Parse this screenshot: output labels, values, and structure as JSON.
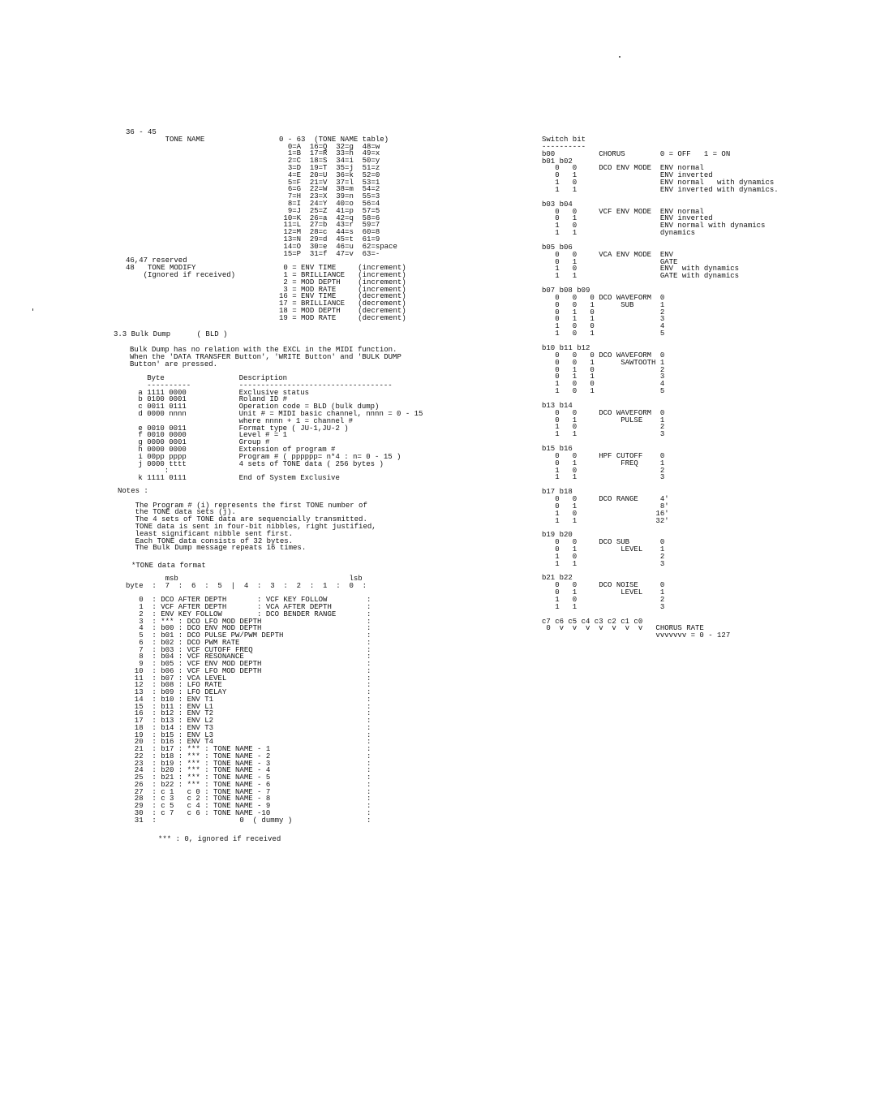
{
  "tone_name_section": [
    "36 - 45",
    "         TONE NAME                 0 - 63  (TONE NAME table)",
    "                                     0=A  16=Q  32=g  48=w",
    "                                     1=B  17=R  33=h  49=x",
    "                                     2=C  18=S  34=i  50=y",
    "                                     3=D  19=T  35=j  51=z",
    "                                     4=E  20=U  36=k  52=0",
    "                                     5=F  21=V  37=l  53=1",
    "                                     6=G  22=W  38=m  54=2",
    "                                     7=H  23=X  39=n  55=3",
    "                                     8=I  24=Y  40=o  56=4",
    "                                     9=J  25=Z  41=p  57=5",
    "                                    10=K  26=a  42=q  58=6",
    "                                    11=L  27=b  43=r  59=7",
    "                                    12=M  28=c  44=s  60=8",
    "                                    13=N  29=d  45=t  61=9",
    "                                    14=O  30=e  46=u  62=space",
    "                                    15=P  31=f  47=v  63=-",
    "46,47 reserved",
    "48   TONE MODIFY                    0 = ENV TIME     (increment)",
    "    (Ignored if received)           1 = BRILLIANCE   (increment)",
    "                                    2 = MOD DEPTH    (increment)",
    "                                    3 = MOD RATE     (increment)",
    "                                   16 = ENV TIME     (decrement)",
    "                                   17 = BRILLIANCE   (decrement)",
    "                                   18 = MOD DEPTH    (decrement)",
    "                                   19 = MOD RATE     (decrement)"
  ],
  "bulk_dump": {
    "title": [
      "3.3 Bulk Dump      ( BLD )"
    ],
    "paragraph": [
      "Bulk Dump has no relation with the EXCL in the MIDI function.",
      "When the 'DATA TRANSFER Button', 'WRITE Button' and 'BULK DUMP",
      "Button' are pressed."
    ],
    "table": [
      "   Byte                 Description",
      "   ----------           -----------------------------------",
      " a 1111 0000            Exclusive status",
      " b 0100 0001            Roland ID #",
      " c 0011 0111            Operation code = BLD (bulk dump)",
      " d 0000 nnnn            Unit # = MIDI basic channel, nnnn = 0 - 15",
      "                        where nnnn + 1 = channel #",
      " e 0010 0011            Format type ( JU-1,JU-2 )",
      " f 0010 0000            Level # = 1",
      " g 0000 0001            Group #",
      " h 0000 0000            Extension of program #",
      " i 00pp pppp            Program # ( pppppp= n*4 : n= 0 - 15 )",
      " j 0000 tttt            4 sets of TONE data ( 256 bytes )",
      "       :",
      " k 1111 0111            End of System Exclusive"
    ],
    "notes": [
      "Notes :",
      "",
      "    The Program # (i) represents the first TONE number of",
      "    the TONE data sets (j).",
      "    The 4 sets of TONE data are sequencially transmitted.",
      "    TONE data is sent in four-bit nibbles, right justified,",
      "    least significant nibble sent first.",
      "    Each TONE data consists of 32 bytes.",
      "    The Bulk Dump message repeats 16 times."
    ]
  },
  "tone_data_format": {
    "title": [
      "*TONE data format"
    ],
    "table": [
      "         msb                                       lsb",
      "byte  :  7  :  6  :  5  |  4  :  3  :  2  :  1  :  0  :",
      "",
      "   0  : DCO AFTER DEPTH       : VCF KEY FOLLOW         :",
      "   1  : VCF AFTER DEPTH       : VCA AFTER DEPTH        :",
      "   2  : ENV KEY FOLLOW        : DCO BENDER RANGE       :",
      "   3  : *** : DCO LFO MOD DEPTH                        :",
      "   4  : b00 : DCO ENV MOD DEPTH                        :",
      "   5  : b01 : DCO PULSE PW/PWM DEPTH                   :",
      "   6  : b02 : DCO PWM RATE                             :",
      "   7  : b03 : VCF CUTOFF FREQ                          :",
      "   8  : b04 : VCF RESONANCE                            :",
      "   9  : b05 : VCF ENV MOD DEPTH                        :",
      "  10  : b06 : VCF LFO MOD DEPTH                        :",
      "  11  : b07 : VCA LEVEL                                :",
      "  12  : b08 : LFO RATE                                 :",
      "  13  : b09 : LFO DELAY                                :",
      "  14  : b10 : ENV T1                                   :",
      "  15  : b11 : ENV L1                                   :",
      "  16  : b12 : ENV T2                                   :",
      "  17  : b13 : ENV L2                                   :",
      "  18  : b14 : ENV T3                                   :",
      "  19  : b15 : ENV L3                                   :",
      "  20  : b16 : ENV T4                                   :",
      "  21  : b17 : *** : TONE NAME - 1                      :",
      "  22  : b18 : *** : TONE NAME - 2                      :",
      "  23  : b19 : *** : TONE NAME - 3                      :",
      "  24  : b20 : *** : TONE NAME - 4                      :",
      "  25  : b21 : *** : TONE NAME - 5                      :",
      "  26  : b22 : *** : TONE NAME - 6                      :",
      "  27  : c 1   c 0 : TONE NAME - 7                      :",
      "  28  : c 3   c 2 : TONE NAME - 8                      :",
      "  29  : c 5   c 4 : TONE NAME - 9                      :",
      "  30  : c 7   c 6 : TONE NAME -10                      :",
      "  31  :                   0  ( dummy )                 :"
    ],
    "footer": [
      "*** : 0, ignored if received"
    ]
  },
  "switch_bits": [
    "Switch bit",
    "----------",
    "b00          CHORUS        0 = OFF   1 = ON",
    "b01 b02",
    "   0   0     DCO ENV MODE  ENV normal",
    "   0   1                   ENV inverted",
    "   1   0                   ENV normal   with dynamics",
    "   1   1                   ENV inverted with dynamics.",
    "",
    "b03 b04",
    "   0   0     VCF ENV MODE  ENV normal",
    "   0   1                   ENV inverted",
    "   1   0                   ENV normal with dynamics",
    "   1   1                   dynamics",
    "",
    "b05 b06",
    "   0   0     VCA ENV MODE  ENV",
    "   0   1                   GATE",
    "   1   0                   ENV  with dynamics",
    "   1   1                   GATE with dynamics",
    "",
    "b07 b08 b09",
    "   0   0   0 DCO WAVEFORM  0",
    "   0   0   1      SUB      1",
    "   0   1   0               2",
    "   0   1   1               3",
    "   1   0   0               4",
    "   1   0   1               5",
    "",
    "b10 b11 b12",
    "   0   0   0 DCO WAVEFORM  0",
    "   0   0   1      SAWTOOTH 1",
    "   0   1   0               2",
    "   0   1   1               3",
    "   1   0   0               4",
    "   1   0   1               5",
    "",
    "b13 b14",
    "   0   0     DCO WAVEFORM  0",
    "   0   1          PULSE    1",
    "   1   0                   2",
    "   1   1                   3",
    "",
    "b15 b16",
    "   0   0     HPF CUTOFF    0",
    "   0   1          FREQ     1",
    "   1   0                   2",
    "   1   1                   3",
    "",
    "b17 b18",
    "   0   0     DCO RANGE     4'",
    "   0   1                   8'",
    "   1   0                  16'",
    "   1   1                  32'",
    "",
    "b19 b20",
    "   0   0     DCO SUB       0",
    "   0   1          LEVEL    1",
    "   1   0                   2",
    "   1   1                   3",
    "",
    "b21 b22",
    "   0   0     DCO NOISE     0",
    "   0   1          LEVEL    1",
    "   1   0                   2",
    "   1   1                   3",
    "",
    "c7 c6 c5 c4 c3 c2 c1 c0",
    " 0  v  v  v  v  v  v  v   CHORUS RATE",
    "                          vvvvvvv = 0 - 127"
  ]
}
